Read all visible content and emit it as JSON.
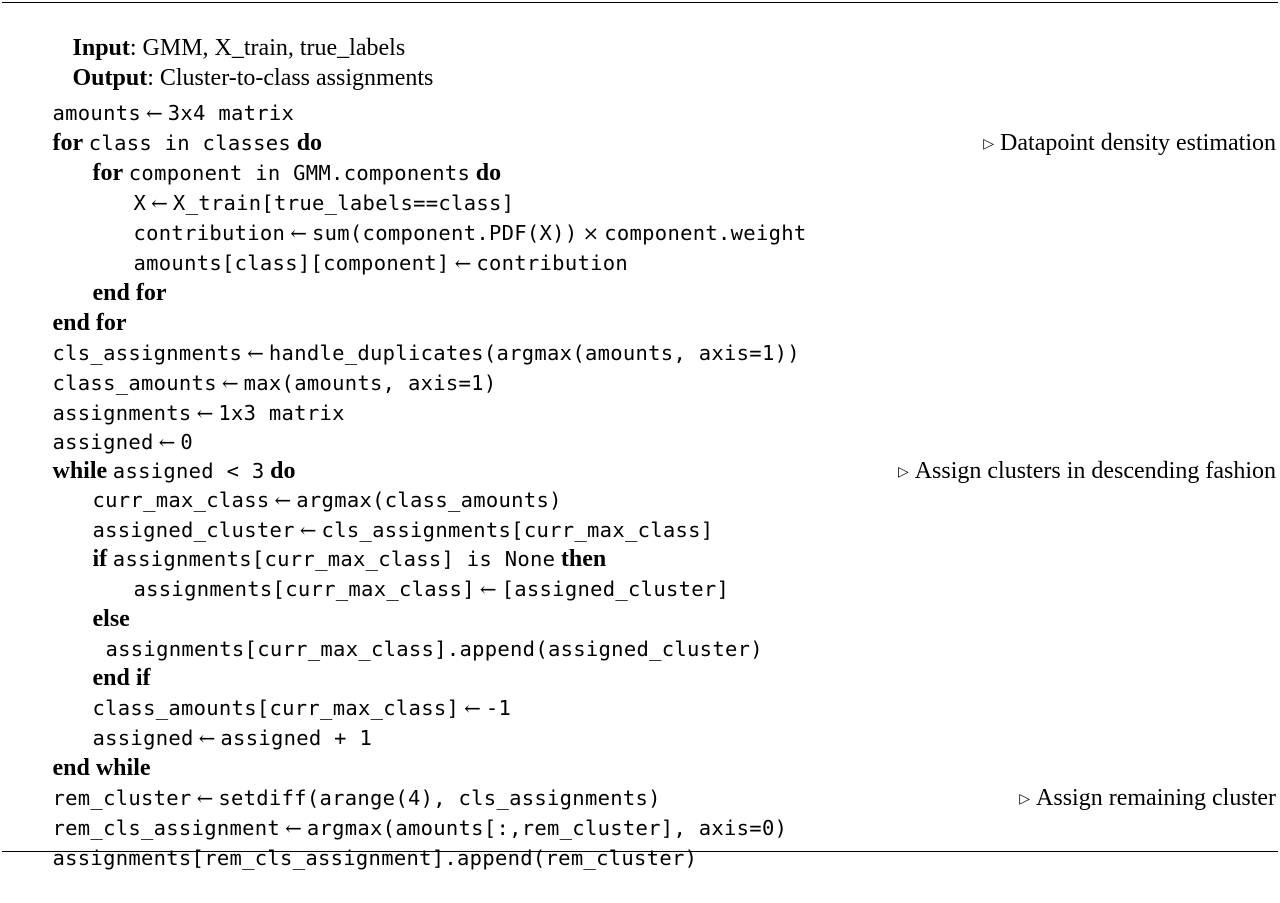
{
  "header": {
    "input_kw": "Input",
    "input_text": ": GMM, X_train, true_labels",
    "output_kw": "Output",
    "output_text": ": Cluster-to-class assignments"
  },
  "symbols": {
    "arrow": "←",
    "times": "×",
    "triangle": "▷"
  },
  "lines": {
    "l1_code": "amounts",
    "l1_rhs": "3x4 matrix",
    "l2_kw_for": "for",
    "l2_code": "class in classes",
    "l2_kw_do": "do",
    "l2_comment": "Datapoint density estimation",
    "l3_kw_for": "for",
    "l3_code": "component in GMM.components",
    "l3_kw_do": "do",
    "l4_code": "X",
    "l4_rhs": "X_train[true_labels==class]",
    "l5_code": "contribution",
    "l5_rhs_a": "sum(component.PDF(X))",
    "l5_rhs_b": "component.weight",
    "l6_code": "amounts[class][component]",
    "l6_rhs": "contribution",
    "l7_kw": "end for",
    "l8_kw": "end for",
    "l9_code": "cls_assignments",
    "l9_rhs": "handle_duplicates(argmax(amounts, axis=1))",
    "l10_code": "class_amounts",
    "l10_rhs": "max(amounts, axis=1)",
    "l11_code": "assignments",
    "l11_rhs": "1x3 matrix",
    "l12_code": "assigned",
    "l12_rhs": "0",
    "l13_kw_while": "while",
    "l13_code": "assigned < 3",
    "l13_kw_do": "do",
    "l13_comment": "Assign clusters in descending fashion",
    "l14_code": "curr_max_class",
    "l14_rhs": "argmax(class_amounts)",
    "l15_code": "assigned_cluster",
    "l15_rhs": "cls_assignments[curr_max_class]",
    "l16_kw_if": "if",
    "l16_code": "assignments[curr_max_class] is None",
    "l16_kw_then": "then",
    "l17_code": "assignments[curr_max_class]",
    "l17_rhs": "[assigned_cluster]",
    "l18_kw": "else",
    "l19_code": "assignments[curr_max_class].append(assigned_cluster)",
    "l20_kw": "end if",
    "l21_code": "class_amounts[curr_max_class]",
    "l21_rhs": "-1",
    "l22_code": "assigned",
    "l22_rhs": "assigned + 1",
    "l23_kw": "end while",
    "l24_code": "rem_cluster",
    "l24_rhs": "setdiff(arange(4), cls_assignments)",
    "l24_comment": "Assign remaining cluster",
    "l25_code": "rem_cls_assignment",
    "l25_rhs": "argmax(amounts[:,rem_cluster], axis=0)",
    "l26_code": "assignments[rem_cls_assignment].append(rem_cluster)"
  }
}
